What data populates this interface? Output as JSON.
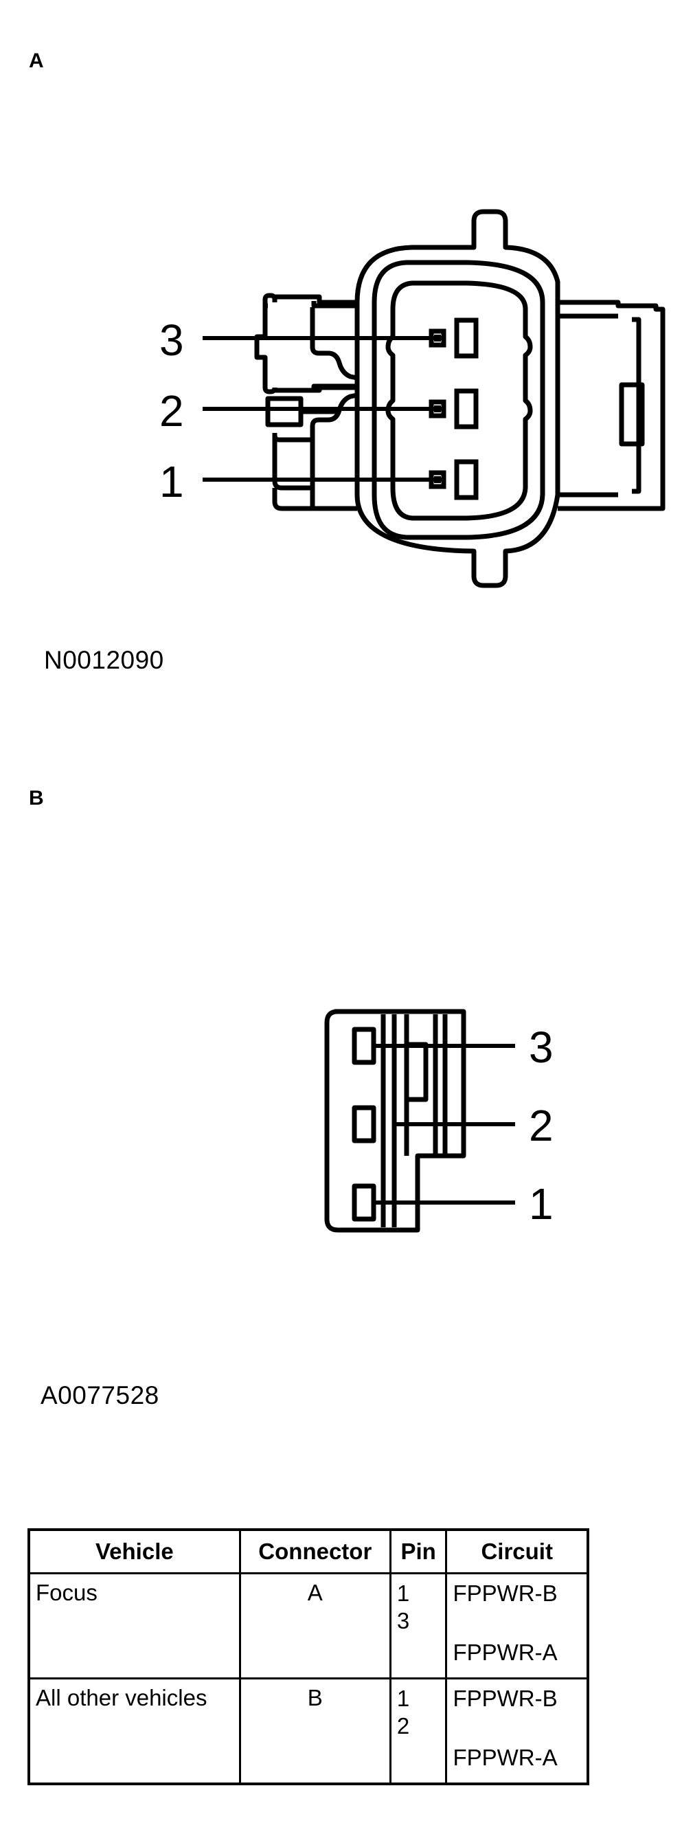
{
  "figure_a": {
    "label": "A",
    "code": "N0012090",
    "pins": [
      "3",
      "2",
      "1"
    ]
  },
  "figure_b": {
    "label": "B",
    "code": "A0077528",
    "pins": [
      "3",
      "2",
      "1"
    ]
  },
  "table": {
    "headers": {
      "vehicle": "Vehicle",
      "connector": "Connector",
      "pin": "Pin",
      "circuit": "Circuit"
    },
    "rows": [
      {
        "vehicle": "Focus",
        "connector": "A",
        "pins": [
          "1",
          "3"
        ],
        "circuits": [
          "FPPWR-B",
          "FPPWR-A"
        ]
      },
      {
        "vehicle": "All other vehicles",
        "connector": "B",
        "pins": [
          "1",
          "2"
        ],
        "circuits": [
          "FPPWR-B",
          "FPPWR-A"
        ]
      }
    ]
  }
}
